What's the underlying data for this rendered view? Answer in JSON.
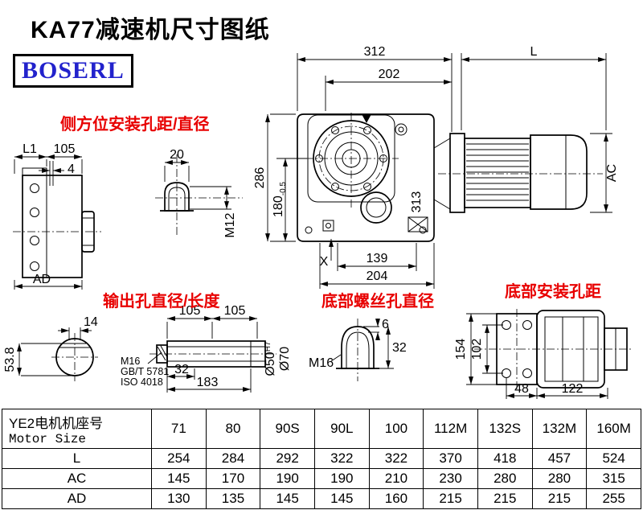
{
  "header": {
    "title": "KA77减速机尺寸图纸",
    "logo": "BOSERL"
  },
  "annotations": {
    "side_mount": "侧方位安装孔距/直径",
    "output_hole": "输出孔直径/长度",
    "bottom_screw": "底部螺丝孔直径",
    "bottom_mount": "底部安装孔距"
  },
  "main_view": {
    "dim_width_total": "312",
    "dim_width_inner": "202",
    "dim_motor_length": "L",
    "dim_height_total": "286",
    "dim_axis_height": "180",
    "dim_axis_tol": "-0.5",
    "dim_depth": "313",
    "dim_base_inner": "139",
    "dim_base_outer": "204",
    "marker_x": "X",
    "dim_motor_dia": "AC"
  },
  "side_view": {
    "dim_l1": "L1",
    "dim_width": "105",
    "dim_step": "4",
    "dim_depth": "AD"
  },
  "shaft_section": {
    "dim_key_width": "14",
    "dim_height": "53.8"
  },
  "side_hole_detail": {
    "dim_width": "20",
    "thread": "M12"
  },
  "output_detail": {
    "dim_len_a": "105",
    "dim_len_b": "105",
    "bolt_thread": "M16",
    "bolt_std_gb": "GB/T 5781",
    "bolt_std_iso": "ISO 4018",
    "dim_bolt_len": "32",
    "dim_total_len": "183",
    "dia_bore": "Ø50",
    "dia_bore_tol": "H7",
    "dia_outer": "Ø70"
  },
  "bottom_screw_detail": {
    "dim_tip": "6",
    "dim_depth": "32",
    "thread": "M16"
  },
  "bottom_mount_view": {
    "dim_len_total": "154",
    "dim_hole_v": "102",
    "dim_hole_a": "48",
    "dim_hole_b": "122"
  },
  "table": {
    "header_cn": "YE2电机机座号",
    "header_en": "Motor Size",
    "columns": [
      "71",
      "80",
      "90S",
      "90L",
      "100",
      "112M",
      "132S",
      "132M",
      "160M"
    ],
    "rows": [
      {
        "label": "L",
        "values": [
          "254",
          "284",
          "292",
          "322",
          "322",
          "370",
          "418",
          "457",
          "524"
        ]
      },
      {
        "label": "AC",
        "values": [
          "145",
          "170",
          "190",
          "190",
          "210",
          "230",
          "280",
          "280",
          "315"
        ]
      },
      {
        "label": "AD",
        "values": [
          "130",
          "135",
          "145",
          "145",
          "160",
          "215",
          "215",
          "215",
          "255"
        ]
      }
    ]
  },
  "colors": {
    "annotation": "#e80000",
    "logo": "#2222cc",
    "ink": "#000000"
  }
}
